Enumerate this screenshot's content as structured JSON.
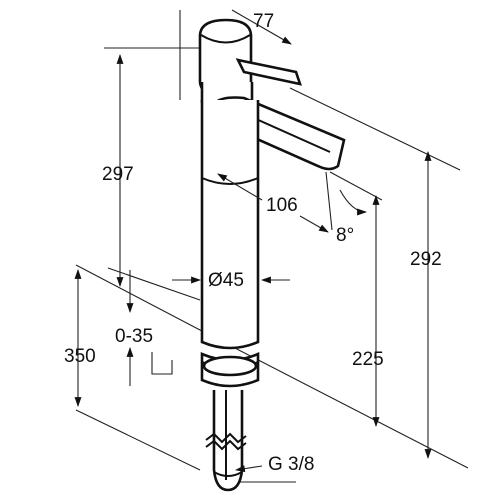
{
  "dimensions": {
    "d77": "77",
    "d297": "297",
    "d106": "106",
    "d8": "8°",
    "d292": "292",
    "d45": "Ø45",
    "d035": "0-35",
    "d350": "350",
    "d225": "225",
    "thread": "G 3/8"
  }
}
